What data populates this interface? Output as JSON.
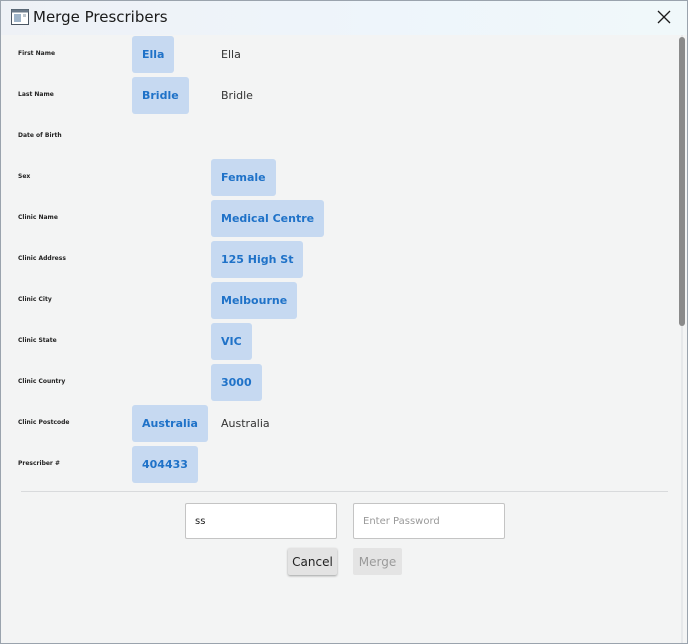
{
  "window": {
    "title": "Merge Prescribers"
  },
  "icons": {
    "app": "window-app-icon",
    "close": "close-icon"
  },
  "colors": {
    "chip_bg": "#c6d9f1",
    "chip_text": "#1f72c8",
    "window_bg": "#f3f4f4"
  },
  "fields": [
    {
      "label": "First Name",
      "left_value": "Ella",
      "right_value": "",
      "alt_value": "Ella"
    },
    {
      "label": "Last Name",
      "left_value": "Bridle",
      "right_value": "",
      "alt_value": "Bridle"
    },
    {
      "label": "Date of Birth",
      "left_value": "",
      "right_value": "",
      "alt_value": ""
    },
    {
      "label": "Sex",
      "left_value": "",
      "right_value": "Female",
      "alt_value": ""
    },
    {
      "label": "Clinic Name",
      "left_value": "",
      "right_value": "Medical Centre",
      "alt_value": ""
    },
    {
      "label": "Clinic Address",
      "left_value": "",
      "right_value": "125 High St",
      "alt_value": ""
    },
    {
      "label": "Clinic City",
      "left_value": "",
      "right_value": "Melbourne",
      "alt_value": ""
    },
    {
      "label": "Clinic State",
      "left_value": "",
      "right_value": "VIC",
      "alt_value": ""
    },
    {
      "label": "Clinic Country",
      "left_value": "",
      "right_value": "3000",
      "alt_value": ""
    },
    {
      "label": "Clinic Postcode",
      "left_value": "Australia",
      "right_value": "",
      "alt_value": "Australia"
    },
    {
      "label": "Prescriber #",
      "left_value": "404433",
      "right_value": "",
      "alt_value": ""
    }
  ],
  "auth": {
    "username_value": "ss",
    "password_value": "",
    "password_placeholder": "Enter Password"
  },
  "buttons": {
    "cancel_label": "Cancel",
    "merge_label": "Merge"
  }
}
